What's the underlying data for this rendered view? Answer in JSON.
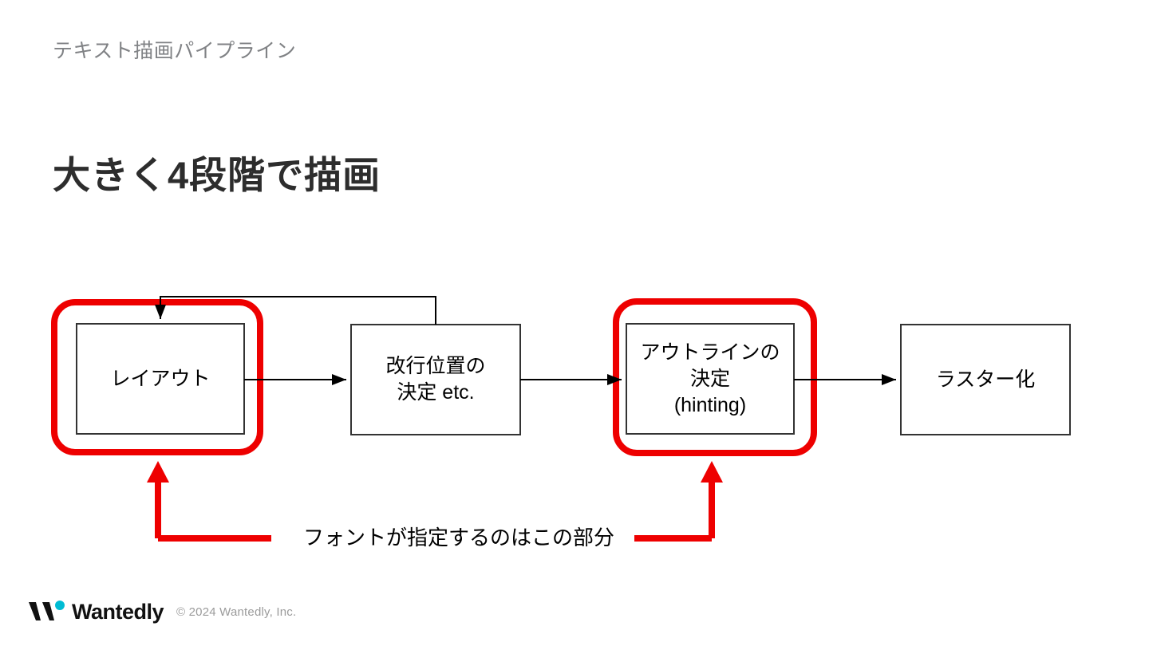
{
  "slide": {
    "eyebrow": "テキスト描画パイプライン",
    "title": "大きく4段階で描画",
    "background_color": "#ffffff",
    "highlight_color": "#ee0000",
    "line_color": "#000000",
    "eyebrow_color": "#808285",
    "title_color": "#2d2d2d"
  },
  "diagram": {
    "type": "flowchart",
    "stages": [
      {
        "id": "layout",
        "label": "レイアウト",
        "highlighted": true
      },
      {
        "id": "linebreak",
        "label": "改行位置の\n決定 etc.",
        "highlighted": false
      },
      {
        "id": "outline",
        "label": "アウトラインの\n決定\n(hinting)",
        "highlighted": true
      },
      {
        "id": "raster",
        "label": "ラスター化",
        "highlighted": false
      }
    ],
    "feedback_loop": {
      "from": "linebreak",
      "to": "layout",
      "style": "black-arrow-over-top"
    },
    "annotation": {
      "text": "フォントが指定するのはこの部分",
      "points_to": [
        "layout",
        "outline"
      ],
      "color": "#ee0000"
    }
  },
  "footer": {
    "logo_icon": "wantedly-logo-icon",
    "logo_text": "Wantedly",
    "logo_dot_color": "#00bcd4",
    "copyright": "© 2024 Wantedly, Inc."
  }
}
